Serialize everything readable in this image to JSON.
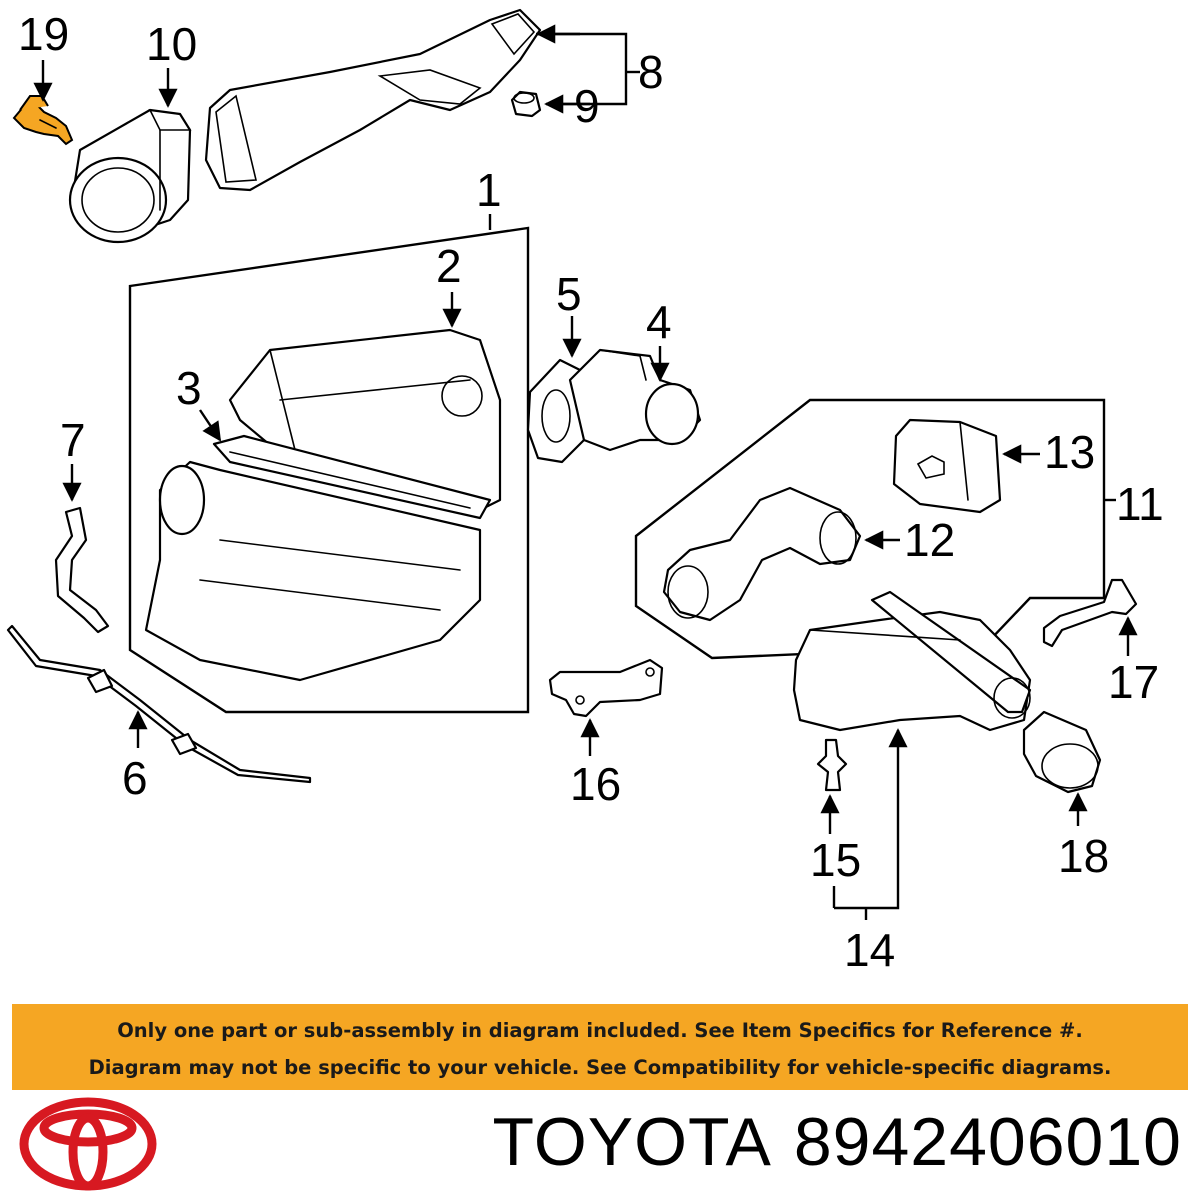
{
  "callouts": [
    "19",
    "10",
    "8",
    "9",
    "1",
    "2",
    "5",
    "4",
    "3",
    "7",
    "13",
    "11",
    "12",
    "17",
    "6",
    "16",
    "14",
    "15",
    "18"
  ],
  "notice": {
    "line1": "Only one part or sub-assembly in diagram included. See Item Specifics for Reference #.",
    "line2": "Diagram may not be specific to your vehicle. See Compatibility for vehicle-specific diagrams."
  },
  "brand": {
    "name": "TOYOTA",
    "part_number": "8942406010",
    "logo": "toyota-emblem-icon"
  },
  "colors": {
    "highlight_part": "#f5a623",
    "banner": "#f5a623",
    "logo": "#d71921"
  }
}
